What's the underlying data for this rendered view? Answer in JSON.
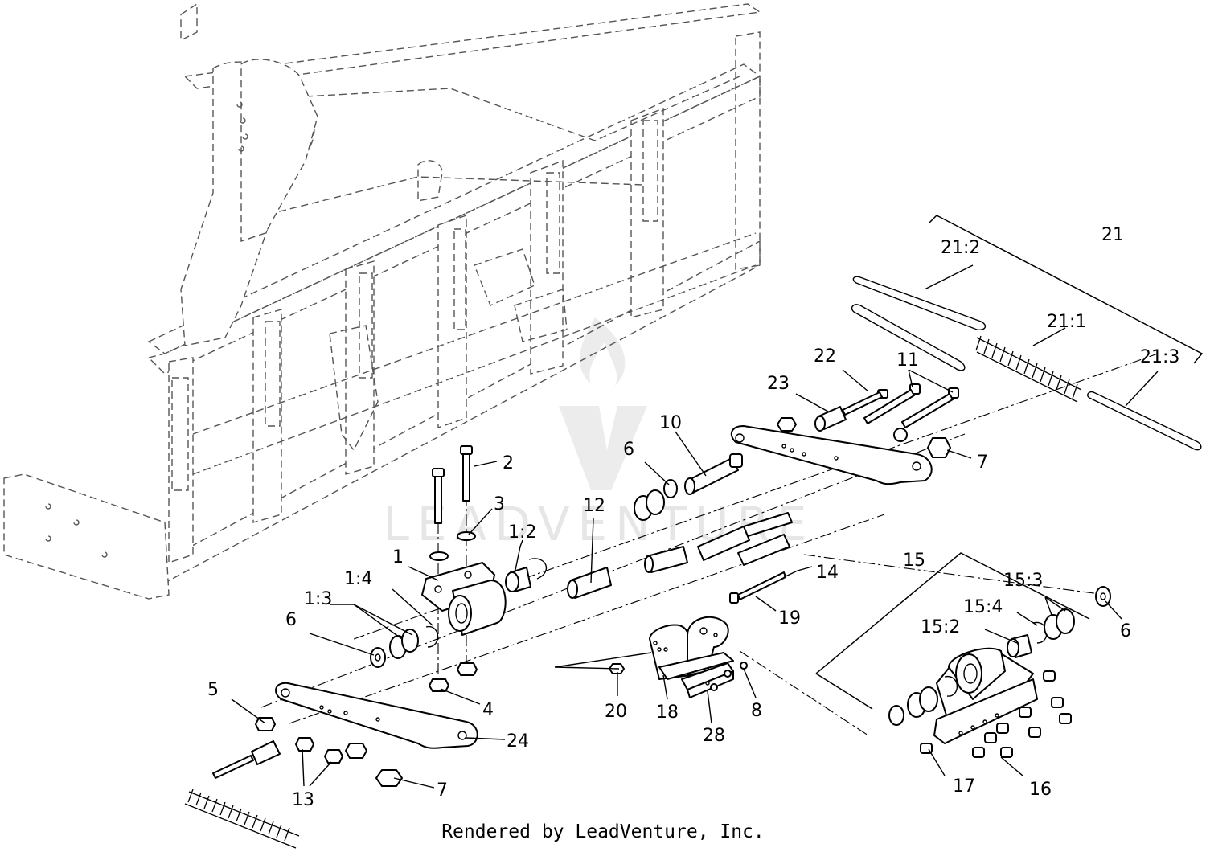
{
  "watermark": {
    "brand": "LEADVENTURE"
  },
  "footer": {
    "credit": "Rendered by LeadVenture, Inc."
  },
  "callouts": {
    "c1": "1",
    "c1_2": "1:2",
    "c1_3": "1:3",
    "c1_4": "1:4",
    "c2": "2",
    "c3": "3",
    "c4": "4",
    "c5": "5",
    "c6a": "6",
    "c6b": "6",
    "c6c": "6",
    "c7a": "7",
    "c7b": "7",
    "c8": "8",
    "c10": "10",
    "c11": "11",
    "c12": "12",
    "c13": "13",
    "c14": "14",
    "c15": "15",
    "c15_2": "15:2",
    "c15_3": "15:3",
    "c15_4": "15:4",
    "c16": "16",
    "c17": "17",
    "c18": "18",
    "c19": "19",
    "c20": "20",
    "c21": "21",
    "c21_1": "21:1",
    "c21_2": "21:2",
    "c21_3": "21:3",
    "c22": "22",
    "c23": "23",
    "c24": "24",
    "c28": "28"
  }
}
